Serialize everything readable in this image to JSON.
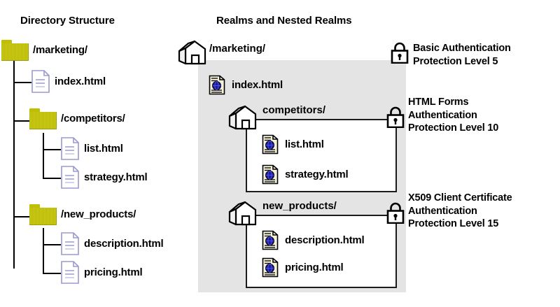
{
  "titles": {
    "left": "Directory Structure",
    "right": "Realms and Nested Realms"
  },
  "directory_tree": {
    "root": {
      "label": "/marketing/",
      "icon": "folder-icon"
    },
    "children": [
      {
        "label": "index.html",
        "icon": "document-icon",
        "type": "file"
      },
      {
        "label": "/competitors/",
        "icon": "folder-icon",
        "type": "folder",
        "children": [
          {
            "label": "list.html",
            "icon": "document-icon",
            "type": "file"
          },
          {
            "label": "strategy.html",
            "icon": "document-icon",
            "type": "file"
          }
        ]
      },
      {
        "label": "/new_products/",
        "icon": "folder-icon",
        "type": "folder",
        "children": [
          {
            "label": "description.html",
            "icon": "document-icon",
            "type": "file"
          },
          {
            "label": "pricing.html",
            "icon": "document-icon",
            "type": "file"
          }
        ]
      }
    ]
  },
  "realms": {
    "root": {
      "label": "/marketing/",
      "icon": "house-icon",
      "lock_icon": "padlock-icon",
      "files": [
        {
          "label": "index.html",
          "icon": "html-file-icon"
        }
      ]
    },
    "nested": [
      {
        "label": "competitors/",
        "icon": "house-icon",
        "lock_icon": "padlock-icon",
        "files": [
          {
            "label": "list.html",
            "icon": "html-file-icon"
          },
          {
            "label": "strategy.html",
            "icon": "html-file-icon"
          }
        ]
      },
      {
        "label": "new_products/",
        "icon": "house-icon",
        "lock_icon": "padlock-icon",
        "files": [
          {
            "label": "description.html",
            "icon": "html-file-icon"
          },
          {
            "label": "pricing.html",
            "icon": "html-file-icon"
          }
        ]
      }
    ]
  },
  "annotations": [
    {
      "line1": "Basic Authentication",
      "line2": "Protection Level 5",
      "line3": ""
    },
    {
      "line1": "HTML Forms",
      "line2": "Authentication",
      "line3": "Protection Level 10"
    },
    {
      "line1": "X509 Client Certificate",
      "line2": "Authentication",
      "line3": "Protection Level 15"
    }
  ],
  "colors": {
    "folder": "#c6c600",
    "panel_background": "#e4e4e4",
    "document_outline": "#9a9ad0",
    "globe": "#1919a8",
    "page_background": "#f5f2dc",
    "outline": "#000000"
  }
}
